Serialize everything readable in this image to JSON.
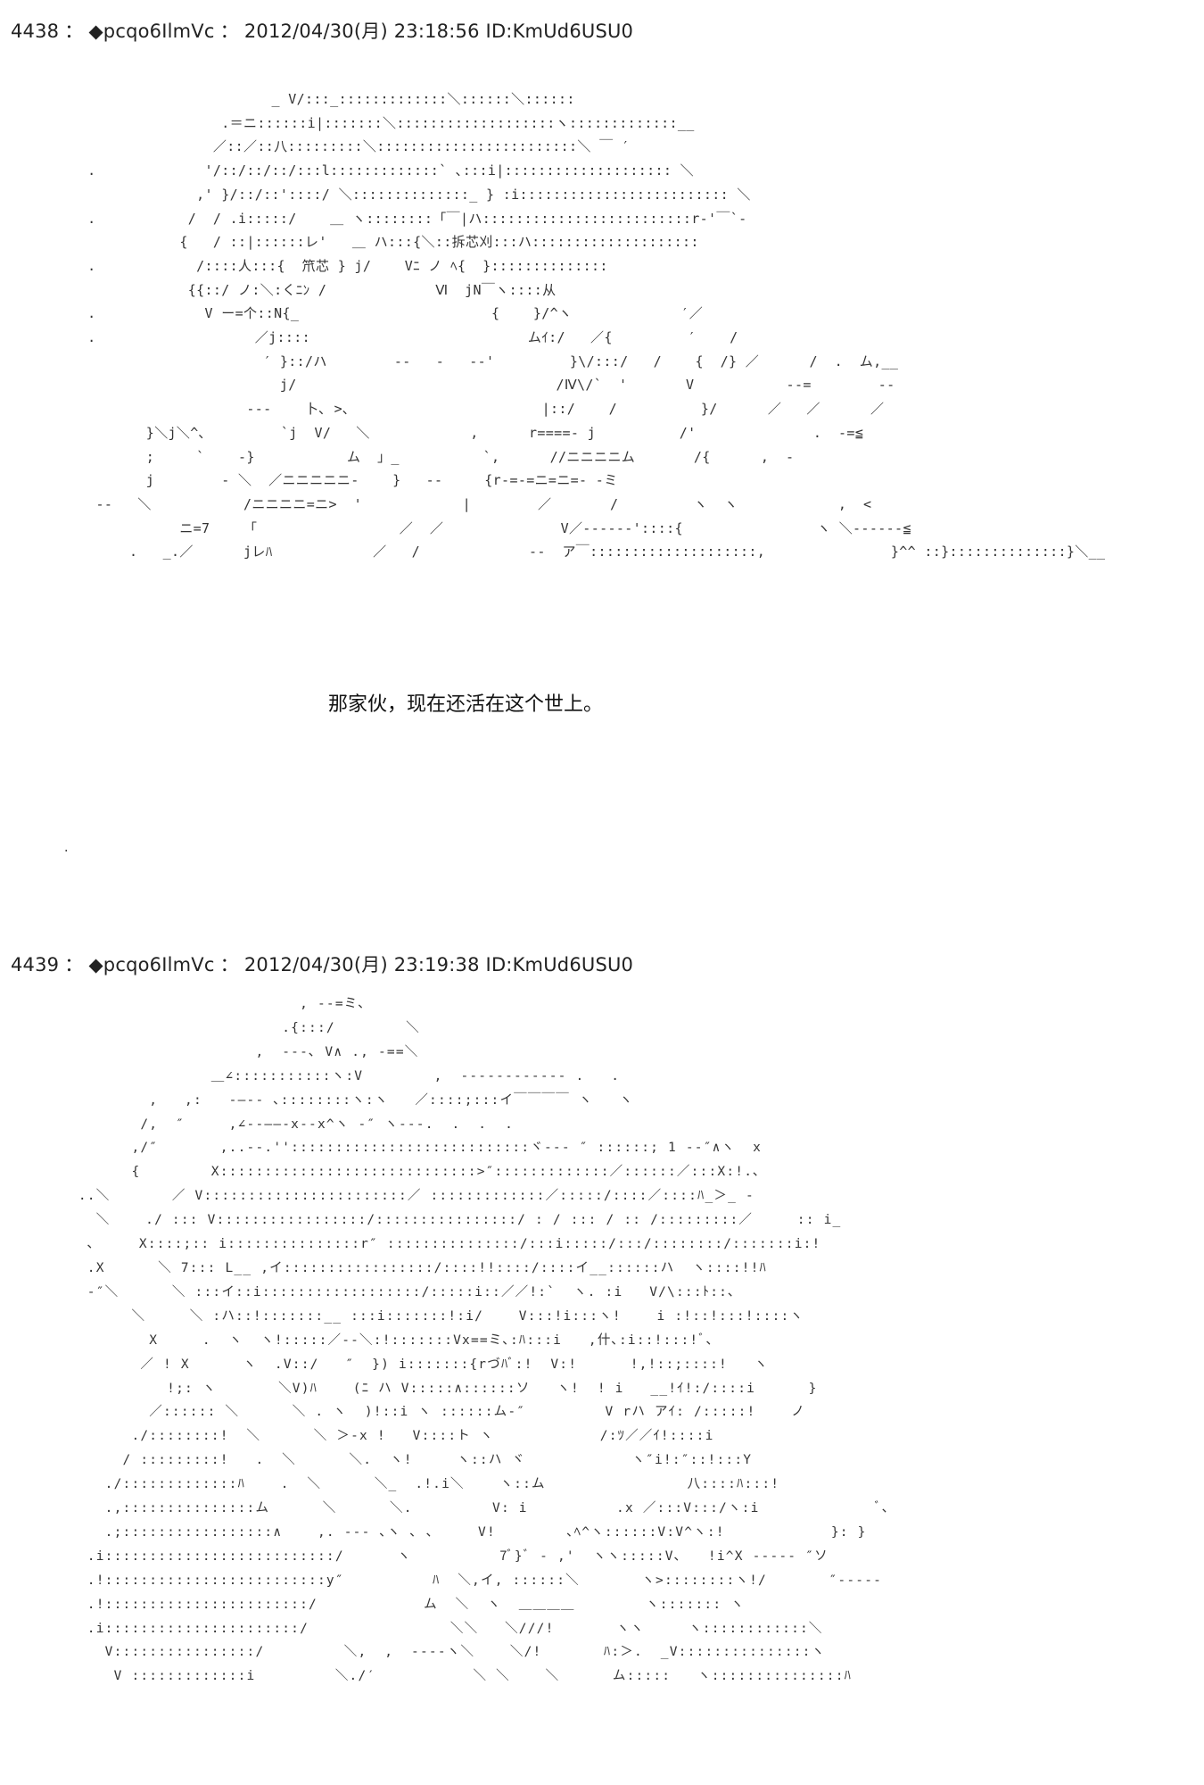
{
  "posts": [
    {
      "number": "4438",
      "separator": "：",
      "author": "◆pcqo6IlmVc",
      "timestamp": "2012/04/30(月) 23:18:56",
      "id": "ID:KmUd6USU0",
      "art": "                         _ V/:::_:::::::::::::＼::::::＼::::::\n                   .＝ニ::::::i|:::::::＼:::::::::::::::::::ヽ:::::::::::::__\n                  ／::／::八:::::::::＼::::::::::::::::::::::::＼ ￣ ′\n   .             '/::/::/::/:::l:::::::::::::` ､:::i|:::::::::::::::::::: ＼\n                ,' }/::/::'::::/ ＼::::::::::::::_ } :i::::::::::::::::::::::::: ＼\n   .           /  / .i:::::/    ＿ ヽ::::::::「￣|ハ:::::::::::::::::::::::::r‐'￣`‐\n              {   / ::|::::::レ'   ＿ ハ:::{＼::拆芯刈:::ハ::::::::::::::::::::\n   .            /::::人:::{  笊芯 } j/    Vﾆ ノ ﾍ{  }::::::::::::::\n               {{::/ ノ:＼:くﾆﾝ /             Ⅵ  jN￣ヽ::::从\n   .             V ー=个::N{_                       {    }/^ヽ             ′／\n   .                   ／j::::                          ムｲ:/   ／{         ′    /\n                        ′ }::/ハ        ‐‐   -   ‐‐'         }\\/:::/   /    {  /} ／      /  .  ム,__\n                          j/                               /Ⅳ\\/`  '       V           ‐‐=        ‐‐\n                      ‐‐‐    卜､ >､                       |::/    /          }/      ／   ／      ／\n          }＼j＼^､         `j  V/   ＼            ,      r====- j          /'              .  ‐=≦\n          ;     `    ‐}           ム  」_          `,      //ニニニニム       /{      ,  -\n          j        ‐ ＼  ／ニニニニニ‐    }   ‐‐     {r‐=‐=ニ=ニ=‐ ‐ミ\n    ‐‐   ＼           /ニニニニ=ニ>  '            |        ／       /         ヽ  ヽ            ,  <\n              ニ=7    「                 ／  ／              V／‐‐‐‐‐‐'::::{                ヽ ＼‐‐‐‐‐‐≦\n        .   _.／      jレﾊ            ／   /             ‐‐  ア￣::::::::::::::::::::,               }^^ ::}::::::::::::::}＼__",
      "caption": "那家伙，现在还活在这个世上。",
      "trailing_mark": "."
    },
    {
      "number": "4439",
      "separator": "：",
      "author": "◆pcqo6IlmVc",
      "timestamp": "2012/04/30(月) 23:19:38",
      "id": "ID:KmUd6USU0",
      "art": "                           , ‐‐=ミ､\n                         .{:::/        ＼\n                      ,  ‐‐‐､ V∧ ., ‐==＼\n                 ＿∠:::::::::::ヽ:V        ,  ‐‐‐‐‐‐‐‐‐‐-- .   .\n          ,   ,:   ‐―‐‐ ､::::::::ヽ:ヽ   ／::::;:::イ￣￣￣￣ ヽ   ヽ\n         /,  ″     ,∠‐‐――‐x‐‐x^ヽ ‐″ ヽ‐‐‐.  .  .  .\n        ,/″       ,..‐‐.'':::::::::::::::::::::::::::ヾ‐‐‐ ″ ::::::; 1 ‐‐″∧ヽ  x\n        {        X:::::::::::::::::::::::::::::>″:::::::::::::／::::::／:::X:!.､\n  ..＼       ／ V:::::::::::::::::::::::／ :::::::::::::／:::::/::::／::::ﾊ_＞_ -\n    ＼    ./ ::: V:::::::::::::::::/::::::::::::::::/ : / ::: / :: /:::::::::／     :: i_\n   ､     X::::;:: i:::::::::::::::r″ :::::::::::::::/:::i:::::/:::/::::::::/:::::::i:!\n   .X      ＼ 7::: L__ ,イ:::::::::::::::::/::::!!::::/::::イ__::::::ハ  ヽ::::!!ﾊ\n   ‐″＼      ＼ :::イ::i::::::::::::::::::/:::::i::／／!:`  ヽ. :i   V/\\:::ﾄ::､\n        ＼     ＼ :ハ::!:::::::__ :::i:::::::!:i/    V:::!i:::ヽ!    i :!::!:::!::::ヽ\n          X     .  ヽ  ヽ!:::::／‐‐＼:!:::::::Vx==ミ､:ﾊ:::i   ,什､:i::!:::!ﾞ､\n         ／ ! X      ヽ  .V::/   ″  }) i:::::::{rづﾊﾞ:!  V:!      !,!::;::::!   ヽ\n            !;: ヽ       ＼V)ﾊ    (ﾆ ハ V:::::∧::::::ソ   ヽ!  ! i   __!ｲ!:/::::i      }\n          ／:::::: ＼      ＼ . ヽ  )!::i ヽ ::::::ム‐″         V rハ アｲ: /:::::!    ノ\n        ./::::::::!  ＼      ＼ ＞‐x !   V::::ト ヽ            /:ﾂ／／ｲ!::::i\n       / :::::::::!   .  ＼      ＼.  ヽ!     ヽ::ハ ヾ            ヽ″i!:″::!:::Y\n     ./:::::::::::::ﾊ    .  ＼      ＼_  .!.i＼    ヽ::ム                八::::ﾊ:::!\n     .,:::::::::::::::ム      ＼      ＼.         V: i          .x ／:::V:::/ヽ:i             ﾞ､\n     .;:::::::::::::::::∧    ,. ‐‐‐ ､ヽ ､ ､     V!        ､ﾍ^ヽ::::::V:V^ヽ:!            }: }\n   .i::::::::::::::::::::::::::/      ヽ          7ﾞ}ﾞ ‐ ,'  ヽヽ:::::V､   !i^X ‐‐‐‐‐ ″ソ\n   .!:::::::::::::::::::::::::y″          ﾊ  ＼,イ, ::::::＼       ヽ>::::::::ヽ!/       ″‐‐‐‐‐\n   .!:::::::::::::::::::::::/            ム  ＼  ヽ  ＿＿＿＿        ヽ::::::: ヽ\n   .i::::::::::::::::::::::/                ＼＼   ＼///!       ヽヽ     ヽ::::::::::::＼\n     V::::::::::::::::/         ＼,  ,  ‐‐‐‐ヽ＼    ＼/!       ﾊ:＞.  _V:::::::::::::::ヽ\n      V :::::::::::::i         ＼./′           ＼ ＼    ＼      ム:::::   ヽ:::::::::::::::ﾊ"
    }
  ]
}
